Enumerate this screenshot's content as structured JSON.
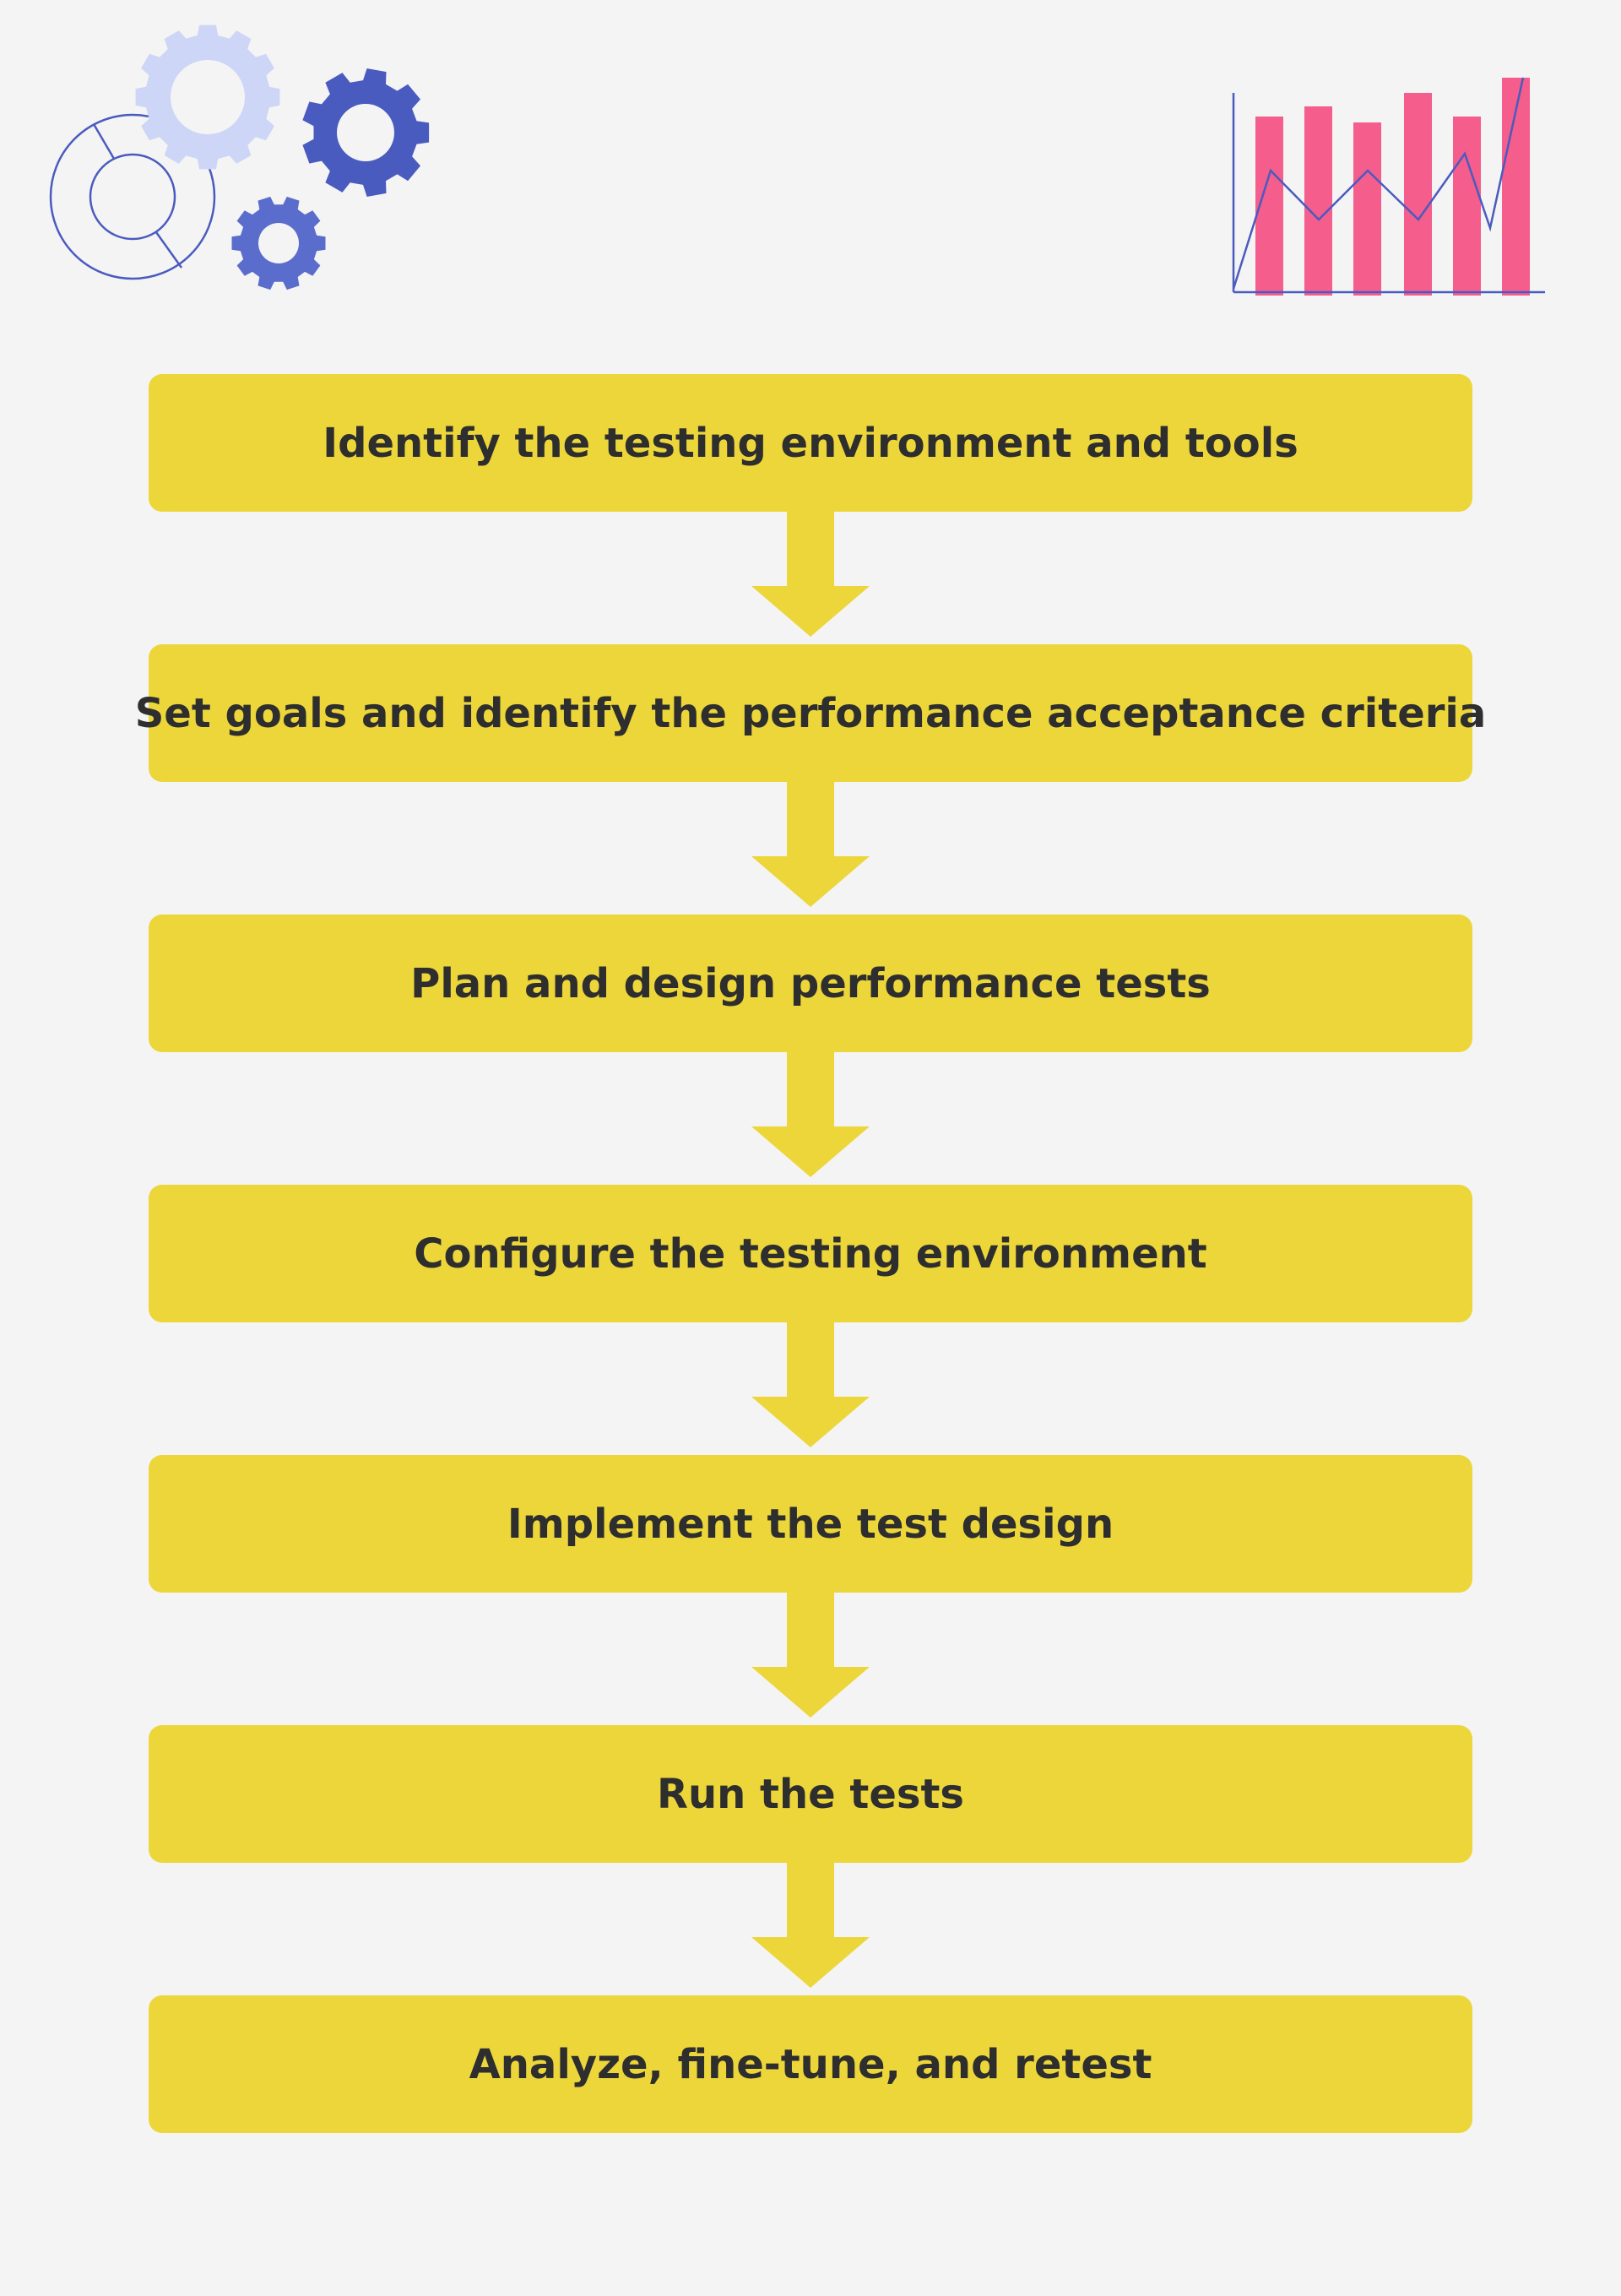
{
  "steps": [
    {
      "label": "Identify the testing environment and tools"
    },
    {
      "label": "Set goals and identify the performance acceptance criteria"
    },
    {
      "label": "Plan and design performance tests"
    },
    {
      "label": "Configure the testing environment"
    },
    {
      "label": "Implement the test design"
    },
    {
      "label": "Run the tests"
    },
    {
      "label": "Analyze, fine-tune, and retest"
    }
  ],
  "colors": {
    "background": "#f4f4f4",
    "step_fill": "#ecd63a",
    "text": "#2e2e2e",
    "bars": "#f45d8c",
    "gear_light": "#cdd6f6",
    "gear_dark": "#4a5bbf",
    "gear_mid": "#5b6dcc",
    "line": "#4a5bbf"
  },
  "decorations": {
    "top_left": "gears-and-donut-illustration",
    "top_right": "bar-and-line-chart-illustration"
  }
}
